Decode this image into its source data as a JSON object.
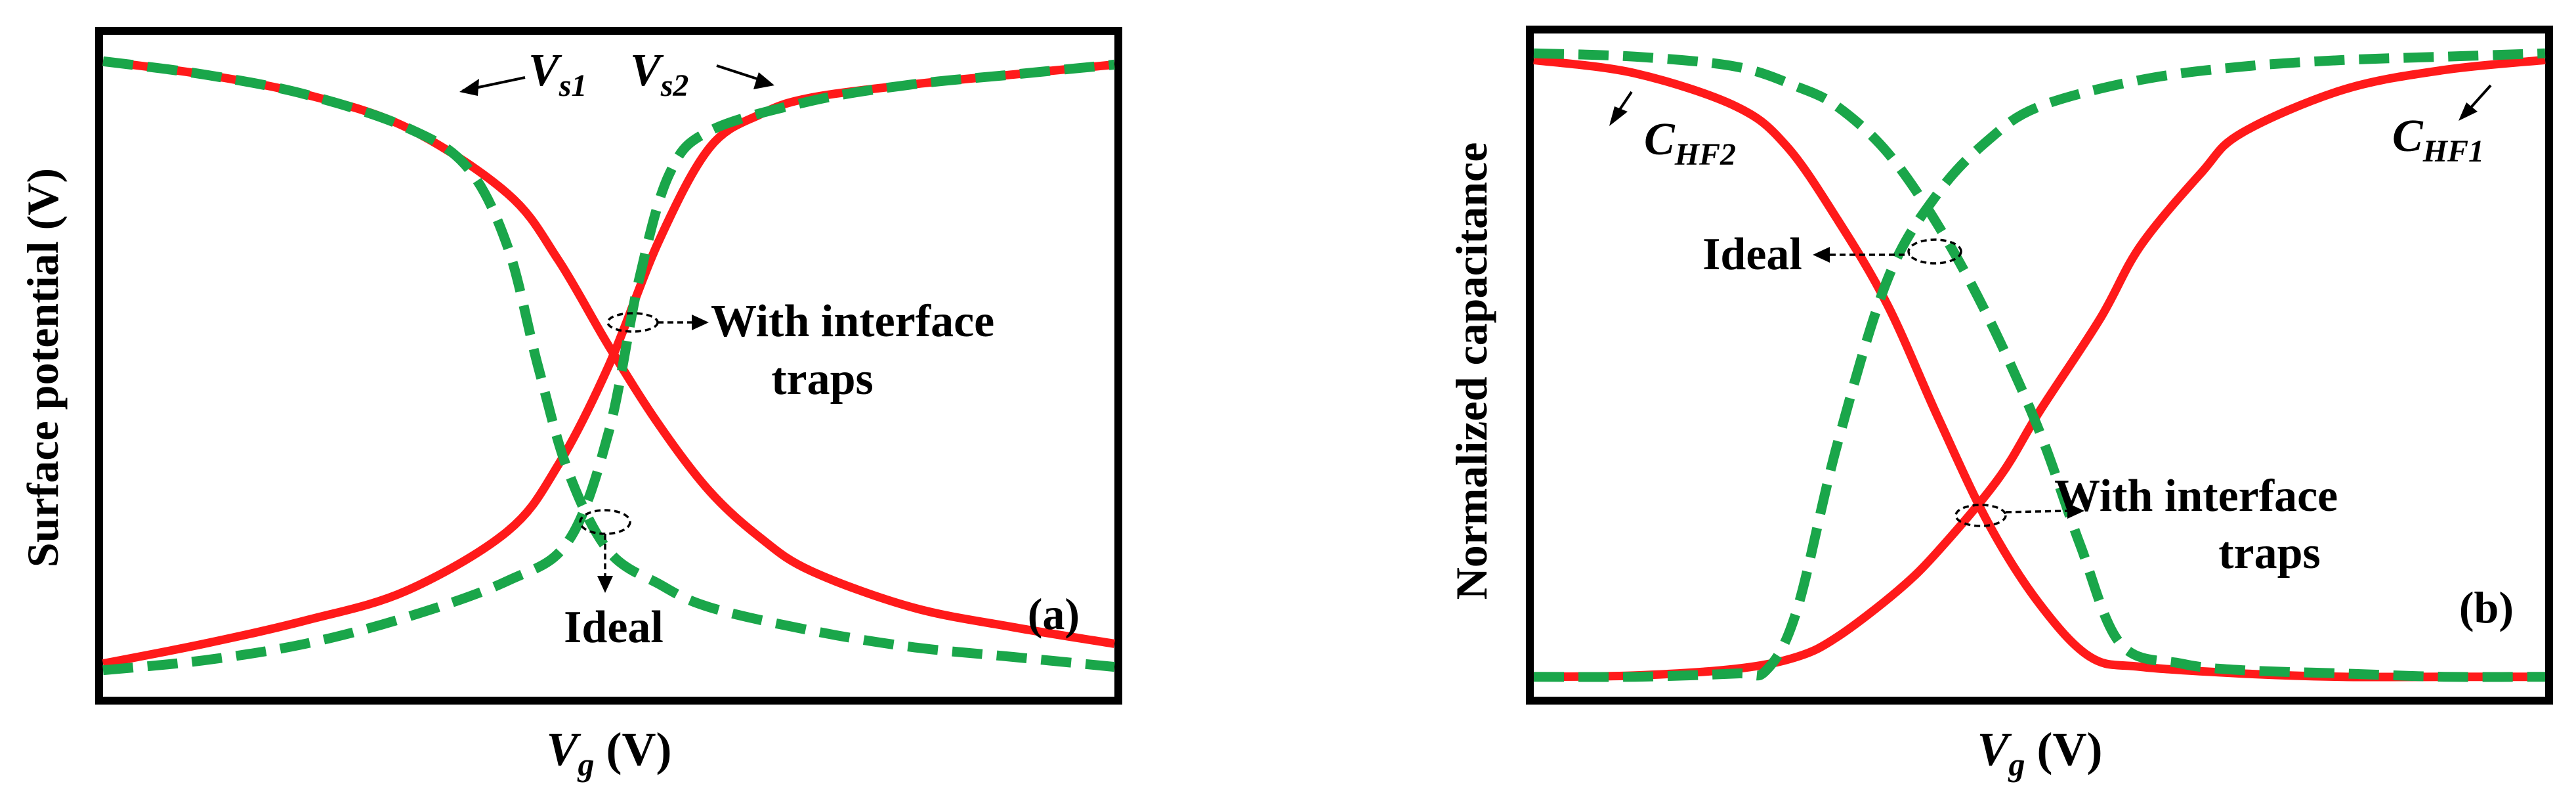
{
  "chart_data": [
    {
      "type": "line",
      "panel_label": "(a)",
      "ylabel": "Surface potential (V)",
      "xlabel": {
        "var": "V",
        "sub": "g",
        "unit": " (V)"
      },
      "xlim": [
        0,
        10
      ],
      "ylim": [
        0,
        10
      ],
      "grid": false,
      "series": [
        {
          "name": "V_s1",
          "style": "traps",
          "x": [
            0,
            1,
            2,
            3,
            4,
            4.5,
            5,
            5.5,
            6,
            6.5,
            7,
            8,
            9,
            10
          ],
          "y": [
            9.6,
            9.4,
            9.1,
            8.6,
            7.6,
            6.6,
            5.3,
            4.1,
            3.1,
            2.4,
            1.9,
            1.35,
            1.05,
            0.8
          ]
        },
        {
          "name": "V_s2",
          "style": "traps",
          "x": [
            0,
            1,
            2,
            3,
            4,
            4.5,
            5,
            5.5,
            6,
            6.5,
            7,
            8,
            9,
            10
          ],
          "y": [
            0.5,
            0.8,
            1.15,
            1.6,
            2.5,
            3.5,
            5.0,
            6.9,
            8.3,
            8.8,
            9.05,
            9.25,
            9.4,
            9.55
          ]
        },
        {
          "name": "Ideal V_s1",
          "style": "ideal",
          "x": [
            0,
            1,
            2,
            3,
            3.6,
            4,
            4.3,
            4.6,
            5,
            5.5,
            6,
            7,
            8,
            9,
            10
          ],
          "y": [
            9.6,
            9.4,
            9.1,
            8.6,
            8.0,
            6.8,
            5.0,
            3.4,
            2.2,
            1.7,
            1.35,
            1.0,
            0.75,
            0.6,
            0.45
          ]
        },
        {
          "name": "Ideal V_s2",
          "style": "ideal",
          "x": [
            0,
            1,
            2,
            3,
            4,
            4.6,
            5,
            5.3,
            5.6,
            6,
            7,
            8,
            9,
            10
          ],
          "y": [
            0.4,
            0.55,
            0.8,
            1.2,
            1.75,
            2.35,
            4.0,
            6.3,
            7.9,
            8.55,
            9.0,
            9.25,
            9.4,
            9.55
          ]
        }
      ],
      "annotations": [
        {
          "var": "V",
          "sub": "s1"
        },
        {
          "var": "V",
          "sub": "s2"
        },
        {
          "text": "With interface"
        },
        {
          "text": "traps"
        },
        {
          "text": "Ideal"
        }
      ]
    },
    {
      "type": "line",
      "panel_label": "(b)",
      "ylabel": "Normalized capacitance",
      "xlabel": {
        "var": "V",
        "sub": "g",
        "unit": " (V)"
      },
      "xlim": [
        0,
        10
      ],
      "ylim": [
        0,
        10
      ],
      "grid": false,
      "series": [
        {
          "name": "C_HF1",
          "style": "traps",
          "x": [
            0,
            1,
            2,
            2.6,
            3,
            3.6,
            4,
            4.6,
            5,
            5.6,
            6,
            6.6,
            7,
            8,
            9,
            10
          ],
          "y": [
            0.3,
            0.32,
            0.42,
            0.6,
            0.9,
            1.6,
            2.2,
            3.3,
            4.3,
            5.7,
            6.8,
            7.9,
            8.5,
            9.15,
            9.45,
            9.6
          ]
        },
        {
          "name": "C_HF2",
          "style": "traps",
          "x": [
            0,
            1,
            2,
            2.5,
            3,
            3.5,
            4,
            4.5,
            5,
            5.5,
            6,
            7,
            8,
            9,
            10
          ],
          "y": [
            9.6,
            9.4,
            8.9,
            8.3,
            7.2,
            5.9,
            4.2,
            2.6,
            1.4,
            0.6,
            0.45,
            0.35,
            0.3,
            0.3,
            0.3
          ]
        },
        {
          "name": "Ideal C_HF1",
          "style": "ideal",
          "x": [
            0,
            1,
            2,
            2.3,
            2.6,
            3,
            3.5,
            4,
            4.5,
            5,
            6,
            7,
            8,
            9,
            10
          ],
          "y": [
            0.3,
            0.3,
            0.35,
            0.4,
            1.3,
            3.8,
            6.3,
            7.6,
            8.4,
            8.9,
            9.3,
            9.5,
            9.6,
            9.65,
            9.7
          ]
        },
        {
          "name": "Ideal C_HF2",
          "style": "ideal",
          "x": [
            0,
            1,
            2,
            2.6,
            3,
            3.5,
            4,
            4.5,
            5,
            5.4,
            5.8,
            6.4,
            7,
            8,
            9,
            10
          ],
          "y": [
            9.7,
            9.65,
            9.5,
            9.2,
            8.9,
            8.2,
            7.1,
            5.7,
            4.0,
            2.3,
            0.8,
            0.5,
            0.4,
            0.35,
            0.3,
            0.3
          ]
        }
      ],
      "annotations": [
        {
          "var": "C",
          "sub": "HF2"
        },
        {
          "var": "C",
          "sub": "HF1"
        },
        {
          "text": "Ideal"
        },
        {
          "text": "With interface"
        },
        {
          "text": "traps"
        }
      ]
    }
  ]
}
